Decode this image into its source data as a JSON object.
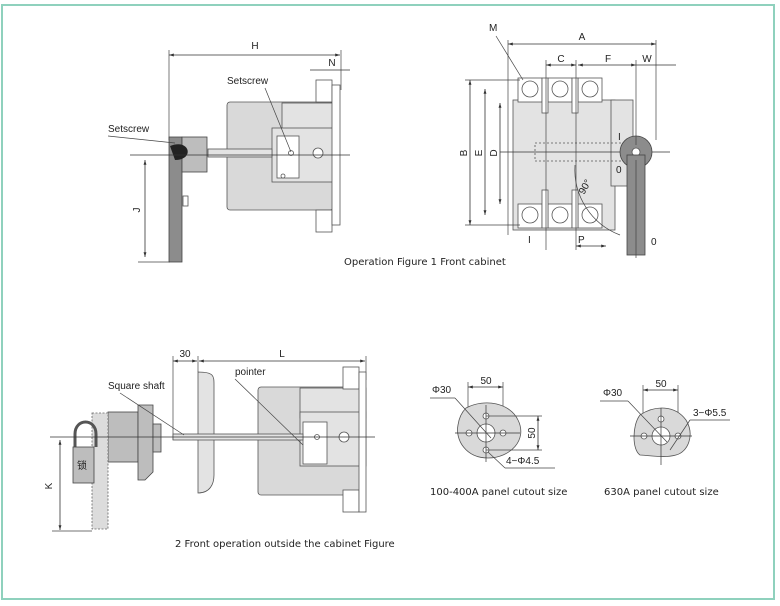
{
  "figure1": {
    "caption": "Operation Figure 1 Front cabinet",
    "side_view": {
      "dim_H": "H",
      "dim_N": "N",
      "dim_J": "J",
      "setscrew_handle": "Setscrew",
      "setscrew_body": "Setscrew"
    },
    "front_view": {
      "dim_A": "A",
      "dim_C": "C",
      "dim_F": "F",
      "dim_W": "W",
      "dim_M": "M",
      "dim_B": "B",
      "dim_E": "E",
      "dim_D": "D",
      "dim_P": "P",
      "marker_I_bottom": "I",
      "marker_I_handle": "I",
      "marker_0_handle": "0",
      "marker_0_bottom": "0",
      "angle": "90°"
    }
  },
  "figure2": {
    "caption": "2 Front operation outside the cabinet Figure",
    "dim_30": "30",
    "dim_L": "L",
    "dim_K": "K",
    "square_shaft": "Square shaft",
    "pointer": "pointer",
    "lock_char": "锁"
  },
  "cutout_100_400": {
    "caption": "100-400A panel cutout size",
    "dim_width": "50",
    "dim_height": "50",
    "phi_center": "Φ30",
    "holes": "4−Φ4.5"
  },
  "cutout_630": {
    "caption": "630A panel cutout size",
    "dim_width": "50",
    "phi_center": "Φ30",
    "holes": "3−Φ5.5"
  },
  "colors": {
    "frame_border": "#8fd1bd",
    "body_fill": "#d9d9d9",
    "handle_fill": "#8c8c8c"
  }
}
